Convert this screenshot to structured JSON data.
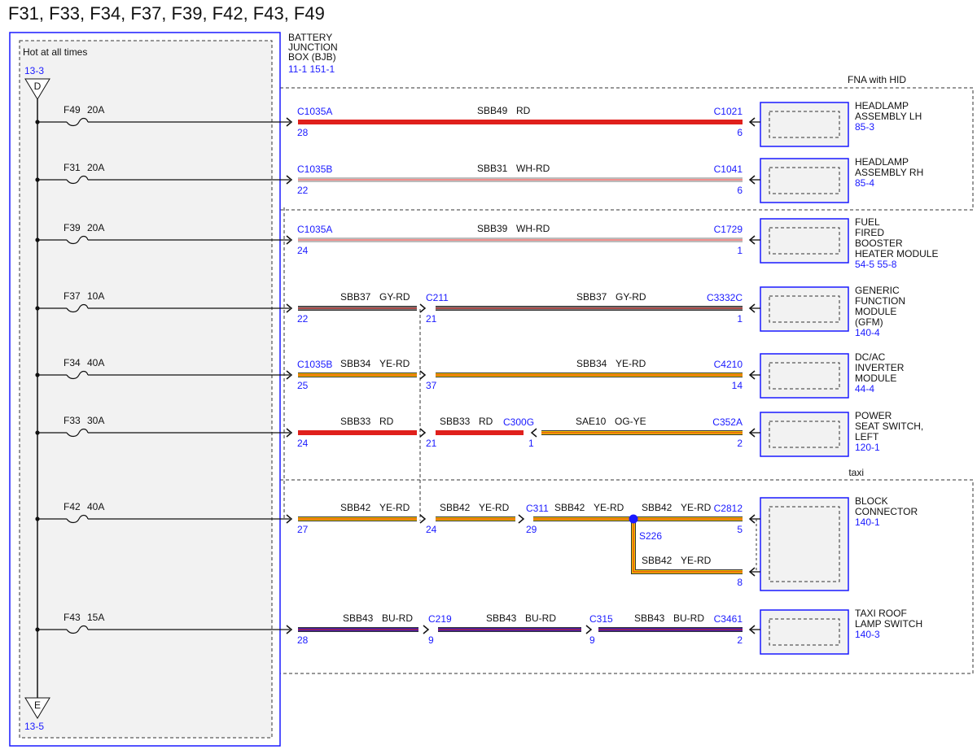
{
  "title": "F31, F33, F34, F37, F39, F42, F43, F49",
  "bjb": {
    "hot_label": "Hot at all times",
    "top_ref": "13-3",
    "top_letter": "D",
    "bottom_ref": "13-5",
    "bottom_letter": "E",
    "name_lines": [
      "BATTERY",
      "JUNCTION",
      "BOX (BJB)"
    ],
    "refs": "11-1    151-1"
  },
  "groups": [
    {
      "label": "FNA with HID"
    },
    {
      "label": "taxi"
    }
  ],
  "circuits": [
    {
      "fuse": "F49",
      "amps": "20A",
      "color": "#e0201c",
      "segments": [
        {
          "circuit": "SBB49",
          "wire_color": "RD"
        }
      ],
      "connectors": [
        {
          "name": "C1035A",
          "pin": "28"
        },
        {
          "name": "C1021",
          "pin": "6"
        }
      ],
      "component": {
        "lines": [
          "HEADLAMP",
          "ASSEMBLY LH"
        ],
        "ref": "85-3"
      }
    },
    {
      "fuse": "F31",
      "amps": "20A",
      "color": "#ffffff",
      "segments": [
        {
          "circuit": "SBB31",
          "wire_color": "WH-RD"
        }
      ],
      "connectors": [
        {
          "name": "C1035B",
          "pin": "22"
        },
        {
          "name": "C1041",
          "pin": "6"
        }
      ],
      "component": {
        "lines": [
          "HEADLAMP",
          "ASSEMBLY RH"
        ],
        "ref": "85-4"
      }
    },
    {
      "fuse": "F39",
      "amps": "20A",
      "color": "#ffffff",
      "segments": [
        {
          "circuit": "SBB39",
          "wire_color": "WH-RD"
        }
      ],
      "connectors": [
        {
          "name": "C1035A",
          "pin": "24"
        },
        {
          "name": "C1729",
          "pin": "1"
        }
      ],
      "component": {
        "lines": [
          "FUEL",
          "FIRED",
          "BOOSTER",
          "HEATER MODULE"
        ],
        "ref": "54-5    55-8"
      }
    },
    {
      "fuse": "F37",
      "amps": "10A",
      "color": "#777777",
      "segments": [
        {
          "circuit": "SBB37",
          "wire_color": "GY-RD"
        },
        {
          "circuit": "SBB37",
          "wire_color": "GY-RD"
        }
      ],
      "connectors": [
        {
          "name": "",
          "pin": "22"
        },
        {
          "name": "C211",
          "pin": "21"
        },
        {
          "name": "C3332C",
          "pin": "1"
        }
      ],
      "component": {
        "lines": [
          "GENERIC",
          "FUNCTION",
          "MODULE",
          "(GFM)"
        ],
        "ref": "140-4"
      }
    },
    {
      "fuse": "F34",
      "amps": "40A",
      "color": "#f2c200",
      "segments": [
        {
          "circuit": "SBB34",
          "wire_color": "YE-RD"
        },
        {
          "circuit": "SBB34",
          "wire_color": "YE-RD"
        }
      ],
      "connectors": [
        {
          "name": "C1035B",
          "pin": "25"
        },
        {
          "name": "",
          "pin": "37"
        },
        {
          "name": "C4210",
          "pin": "14"
        }
      ],
      "component": {
        "lines": [
          "DC/AC",
          "INVERTER",
          "MODULE"
        ],
        "ref": "44-4"
      }
    },
    {
      "fuse": "F33",
      "amps": "30A",
      "color": "#e0201c",
      "segments": [
        {
          "circuit": "SBB33",
          "wire_color": "RD"
        },
        {
          "circuit": "SBB33",
          "wire_color": "RD"
        },
        {
          "circuit": "SAE10",
          "wire_color": "OG-YE"
        }
      ],
      "connectors": [
        {
          "name": "",
          "pin": "24"
        },
        {
          "name": "",
          "pin": "21"
        },
        {
          "name": "C300G",
          "pin": "1"
        },
        {
          "name": "C352A",
          "pin": "2"
        }
      ],
      "component": {
        "lines": [
          "POWER",
          "SEAT SWITCH,",
          "LEFT"
        ],
        "ref": "120-1"
      }
    },
    {
      "fuse": "F42",
      "amps": "40A",
      "color": "#f2c200",
      "segments": [
        {
          "circuit": "SBB42",
          "wire_color": "YE-RD"
        },
        {
          "circuit": "SBB42",
          "wire_color": "YE-RD"
        },
        {
          "circuit": "SBB42",
          "wire_color": "YE-RD"
        },
        {
          "circuit": "SBB42",
          "wire_color": "YE-RD"
        },
        {
          "circuit": "SBB42",
          "wire_color": "YE-RD"
        }
      ],
      "connectors": [
        {
          "name": "",
          "pin": "27"
        },
        {
          "name": "",
          "pin": "24"
        },
        {
          "name": "C311",
          "pin": "29"
        },
        {
          "name": "C2812",
          "pin": "5"
        },
        {
          "name": "",
          "pin": "8"
        }
      ],
      "splice": "S226",
      "component": {
        "lines": [
          "BLOCK",
          "CONNECTOR"
        ],
        "ref": "140-1"
      }
    },
    {
      "fuse": "F43",
      "amps": "15A",
      "color": "#3a1ea8",
      "segments": [
        {
          "circuit": "SBB43",
          "wire_color": "BU-RD"
        },
        {
          "circuit": "SBB43",
          "wire_color": "BU-RD"
        },
        {
          "circuit": "SBB43",
          "wire_color": "BU-RD"
        }
      ],
      "connectors": [
        {
          "name": "",
          "pin": "28"
        },
        {
          "name": "C219",
          "pin": "9"
        },
        {
          "name": "C315",
          "pin": "9"
        },
        {
          "name": "C3461",
          "pin": "2"
        }
      ],
      "component": {
        "lines": [
          "TAXI ROOF",
          "LAMP SWITCH"
        ],
        "ref": "140-3"
      }
    }
  ],
  "colors": {
    "outline_blue": "#1a1aff",
    "stripe_red": "#e0201c",
    "panel_gray": "#f2f2f2",
    "splice_blue": "#1a1aff"
  }
}
